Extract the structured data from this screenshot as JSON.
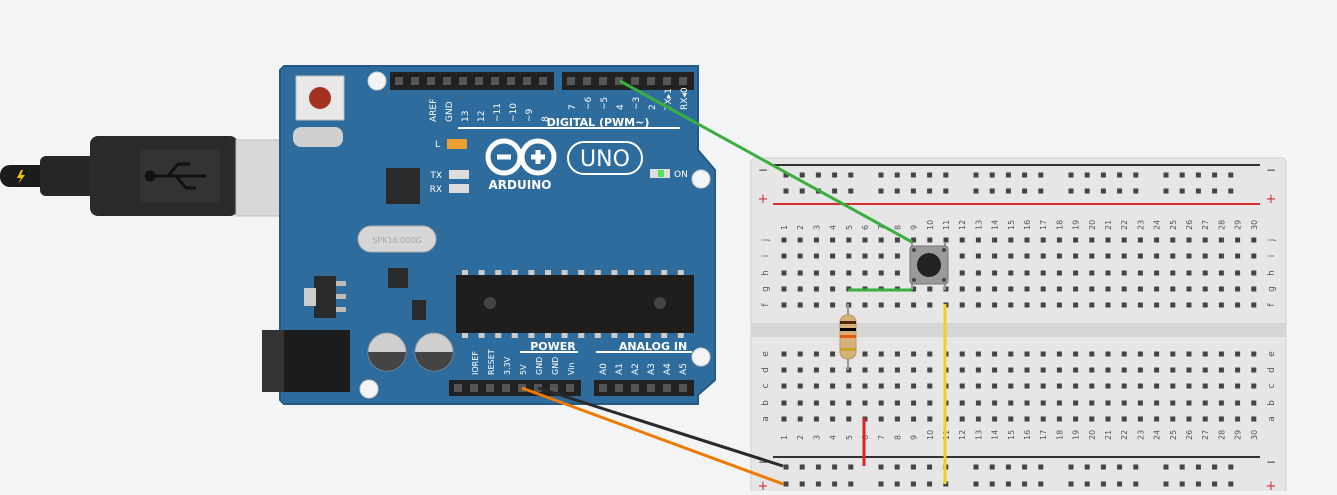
{
  "colors": {
    "canvas_bg": "#f3f4f6",
    "board_blue": "#2e6c9e",
    "board_edge": "#245a85",
    "breadboard_bg": "#e6e6e6",
    "wire_green": "#3aae3f",
    "wire_black": "#2a2a2a",
    "wire_orange": "#ee7b00",
    "wire_red": "#e02424",
    "wire_yellow": "#f2d11b",
    "rail_red": "#d23030",
    "rail_black": "#333333"
  },
  "arduino": {
    "brand": "ARDUINO",
    "model": "UNO",
    "digital_label": "DIGITAL (PWM~)",
    "power_label": "POWER",
    "analog_label": "ANALOG IN",
    "on_label": "ON",
    "l_label": "L",
    "tx_label": "TX",
    "rx_label": "RX",
    "crystal_label": "SPK16.000G",
    "digital_pins_left": [
      "AREF",
      "GND",
      "13",
      "12",
      "~11",
      "~10",
      "~9",
      "8"
    ],
    "digital_pins_right": [
      "7",
      "~6",
      "~5",
      "4",
      "~3",
      "2",
      "TX▸1",
      "RX◂0"
    ],
    "power_pins": [
      "IOREF",
      "RESET",
      "3.3V",
      "5V",
      "GND",
      "GND",
      "Vin"
    ],
    "analog_pins": [
      "A0",
      "A1",
      "A2",
      "A3",
      "A4",
      "A5"
    ]
  },
  "breadboard": {
    "row_letters_top": [
      "j",
      "i",
      "h",
      "g",
      "f"
    ],
    "row_letters_bottom": [
      "e",
      "d",
      "c",
      "b",
      "a"
    ],
    "columns": [
      "1",
      "2",
      "3",
      "4",
      "5",
      "6",
      "7",
      "8",
      "9",
      "10",
      "11",
      "12",
      "13",
      "14",
      "15",
      "16",
      "17",
      "18",
      "19",
      "20",
      "21",
      "22",
      "23",
      "24",
      "25",
      "26",
      "27",
      "28",
      "29",
      "30"
    ],
    "rail_minus": "−",
    "rail_plus": "+"
  },
  "components": {
    "usb_cable": "usb-plug",
    "pushbutton": "pushbutton",
    "resistor": "resistor"
  }
}
